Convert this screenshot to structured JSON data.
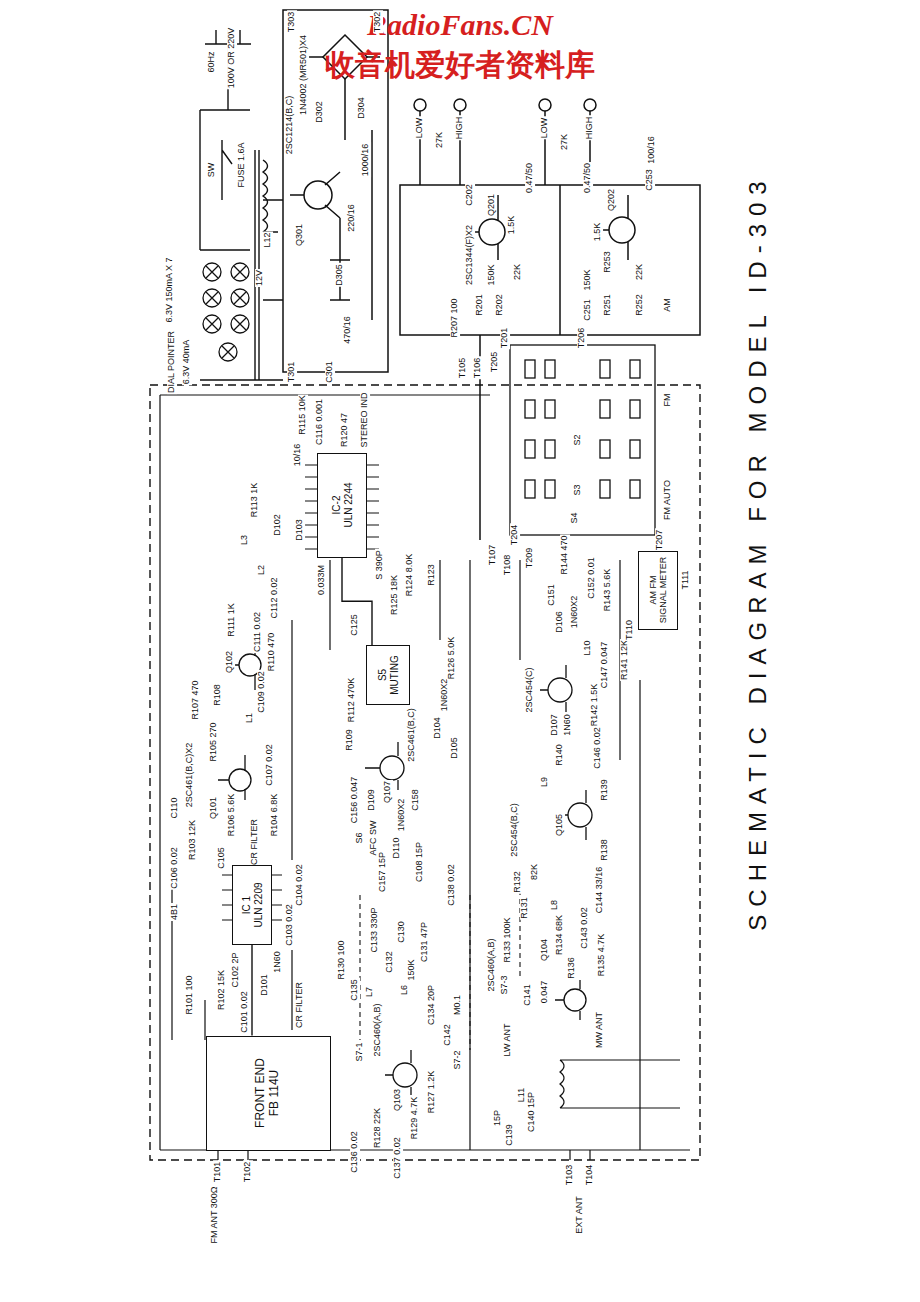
{
  "diagram": {
    "title": "SCHEMATIC DIAGRAM FOR MODEL ID-303",
    "nodes": [
      {
        "text": [
          "FRONT END FB 114U"
        ]
      },
      {
        "text": [
          "IC 1",
          "ULN 2209"
        ]
      },
      {
        "text": [
          "IC-2",
          "ULN 2244"
        ]
      },
      {
        "text": [
          "S5",
          "MUTING"
        ]
      },
      {
        "text": [
          "AM FM",
          "SIGNAL METER"
        ]
      }
    ],
    "edges": [
      {
        "from": 0,
        "to": 1,
        "arrow": "none"
      },
      {
        "from": 3,
        "to": 2,
        "arrow": "none"
      }
    ],
    "labels": [
      "RadioFans.CN",
      "收音机爱好者资料库",
      "100V OR 220V",
      "60Hz",
      "SW",
      "FUSE 1.6A",
      "L12",
      "12V",
      "6.3V 150mA X 7",
      "6.3V 40mA",
      "DIAL POINTER",
      "2SC1214(B,C)",
      "Q301",
      "1N4002 (MR501)X4",
      "D302",
      "D304",
      "T303",
      "T302",
      "T301",
      "C301",
      "470/16",
      "D305",
      "220/16",
      "1000/16",
      "LOW",
      "HIGH",
      "27K",
      "LOW",
      "HIGH",
      "27K",
      "2SC1344(F)X2",
      "R207 100",
      "Q201",
      "Q202",
      "150K",
      "22K",
      "R202",
      "R201",
      "C202",
      "0.47/50",
      "0.47/50",
      "1.5K",
      "1.5K",
      "R253",
      "150K",
      "22K",
      "R252",
      "R251",
      "C251",
      "C253",
      "100/16",
      "T201",
      "T205",
      "T206",
      "T207",
      "T204",
      "T209",
      "T105",
      "T106",
      "T107",
      "T108",
      "S2",
      "S3",
      "S4",
      "FM AUTO",
      "FM",
      "AM",
      "STEREO IND",
      "R120 47",
      "R115 10K",
      "10/16",
      "C116 0.001",
      "R113 1K",
      "D102",
      "D103",
      "L3",
      "L2",
      "C112 0.02",
      "C111 0.02",
      "R111 1K",
      "Q102",
      "R110 470",
      "C109 0.02",
      "R108",
      "L1",
      "R107 470",
      "R105 270",
      "C107 0.02",
      "2SC461(B,C)X2",
      "Q101",
      "R106 5.6K",
      "C110",
      "R103 12K",
      "R104 6.8K",
      "C105",
      "C106 0.02",
      "CR FILTER",
      "C104 0.02",
      "C103 0.02",
      "4B1",
      "C102 2P",
      "1N60",
      "D101",
      "R102 15K",
      "R101 100",
      "C101 0.02",
      "CR FILTER",
      "T101",
      "T102",
      "FM ANT 300Ω",
      "R112 470K",
      "2SC461(B,C)",
      "Q107",
      "R109",
      "C156 0.047",
      "S6",
      "AFC SW",
      "C157 15P",
      "D110",
      "D109",
      "1N60X2",
      "C158",
      "C108 15P",
      "D104",
      "D105",
      "1N60X2",
      "R126 5.0K",
      "R125 18K",
      "R124 8.0K",
      "R123",
      "C125",
      "S 390P",
      "0.033M",
      "2SC454(C)",
      "D107",
      "1N60",
      "D106",
      "1N60X2",
      "L10",
      "C151",
      "C152 0.01",
      "R143 5.6K",
      "R144 470",
      "C147 0.047",
      "R141 12K",
      "R142 1.5K",
      "C146 0.02",
      "R139",
      "R140",
      "L9",
      "Q105",
      "2SC454(B,C)",
      "R138",
      "C144 33/16",
      "R132",
      "82K",
      "L8",
      "C143 0.02",
      "R131",
      "2SC460(A,B)",
      "Q104",
      "R133 100K",
      "R134 68K",
      "R135 4.7K",
      "R136",
      "C141",
      "0.047",
      "MW ANT",
      "LW ANT",
      "L11",
      "C139",
      "C140 15P",
      "15P",
      "T103",
      "T104",
      "EXT ANT",
      "2SC460(A,B)",
      "Q103",
      "R127 1.2K",
      "R129 4.7K",
      "R128 22K",
      "C136 0.02",
      "C137 0.02",
      "R130 100",
      "C133 330P",
      "C135",
      "L7",
      "L6",
      "C130",
      "C131 47P",
      "C132",
      "150K",
      "C134 20P",
      "C142",
      "M0.1",
      "S7-1",
      "S7-2",
      "S7-3",
      "C138 0.02",
      "T111",
      "T110"
    ]
  }
}
